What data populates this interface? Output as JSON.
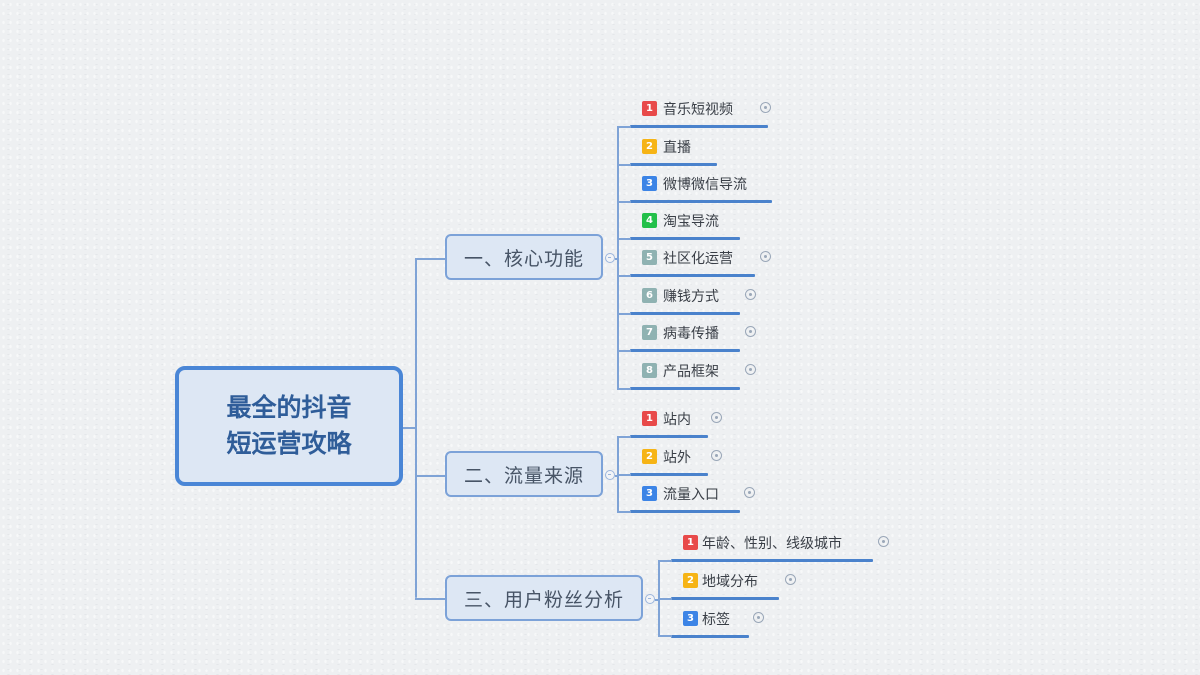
{
  "colors": {
    "background": "#eef0f2",
    "root_border": "#4a86d6",
    "node_fill": "#dde7f4",
    "connector": "#7fa3d6",
    "underline": "#4a82cc",
    "badge_red": "#e84a4a",
    "badge_orange": "#f6b416",
    "badge_blue": "#3c84e6",
    "badge_green": "#23c04a",
    "badge_gray": "#8fb2b2"
  },
  "root": {
    "line1": "最全的抖音",
    "line2": "短运营攻略"
  },
  "branches": [
    {
      "label": "一、核心功能",
      "children": [
        {
          "num": "1",
          "label": "音乐短视频",
          "badge_color": "#e84a4a",
          "expandable": true
        },
        {
          "num": "2",
          "label": "直播",
          "badge_color": "#f6b416",
          "expandable": false
        },
        {
          "num": "3",
          "label": "微博微信导流",
          "badge_color": "#3c84e6",
          "expandable": false
        },
        {
          "num": "4",
          "label": "淘宝导流",
          "badge_color": "#23c04a",
          "expandable": false
        },
        {
          "num": "5",
          "label": "社区化运营",
          "badge_color": "#8fb2b2",
          "expandable": true
        },
        {
          "num": "6",
          "label": "赚钱方式",
          "badge_color": "#8fb2b2",
          "expandable": true
        },
        {
          "num": "7",
          "label": "病毒传播",
          "badge_color": "#8fb2b2",
          "expandable": true
        },
        {
          "num": "8",
          "label": "产品框架",
          "badge_color": "#8fb2b2",
          "expandable": true
        }
      ]
    },
    {
      "label": "二、流量来源",
      "children": [
        {
          "num": "1",
          "label": "站内",
          "badge_color": "#e84a4a",
          "expandable": true
        },
        {
          "num": "2",
          "label": "站外",
          "badge_color": "#f6b416",
          "expandable": true
        },
        {
          "num": "3",
          "label": "流量入口",
          "badge_color": "#3c84e6",
          "expandable": true
        }
      ]
    },
    {
      "label": "三、用户粉丝分析",
      "children": [
        {
          "num": "1",
          "label": "年龄、性别、线级城市",
          "badge_color": "#e84a4a",
          "expandable": true
        },
        {
          "num": "2",
          "label": "地域分布",
          "badge_color": "#f6b416",
          "expandable": true
        },
        {
          "num": "3",
          "label": "标签",
          "badge_color": "#3c84e6",
          "expandable": true
        }
      ]
    }
  ]
}
